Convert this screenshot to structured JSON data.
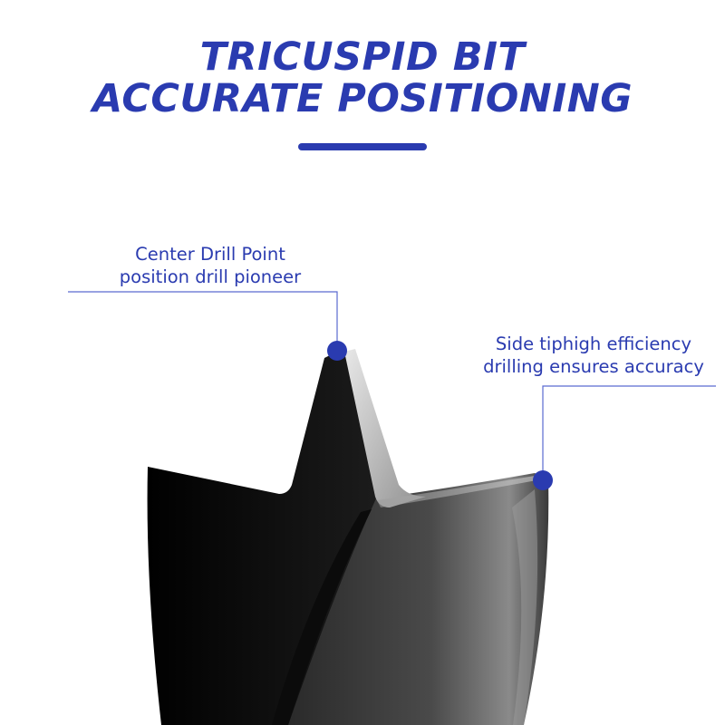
{
  "title": {
    "line1": "TRICUSPID BIT",
    "line2": "ACCURATE POSITIONING"
  },
  "callouts": {
    "center_drill_point": {
      "line1": "Center Drill Point",
      "line2": "position drill pioneer"
    },
    "side_tip": {
      "line1": "Side tiphigh efficiency",
      "line2": "drilling ensures accuracy"
    }
  },
  "colors": {
    "accent": "#2a3bb0",
    "leader_line": "#5b6ad0",
    "background": "#ffffff"
  },
  "illustration": "drill-bit-tip"
}
